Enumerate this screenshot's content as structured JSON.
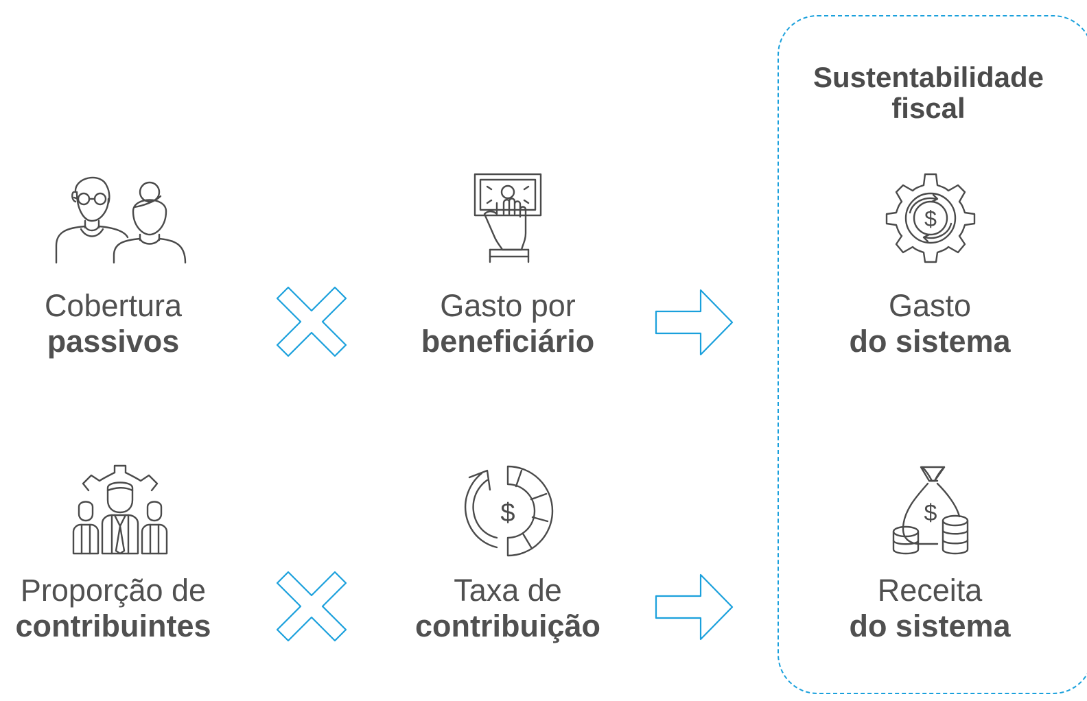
{
  "panel": {
    "title_line1": "Sustentabilidade",
    "title_line2": "fiscal",
    "border_color": "#1aa0dc"
  },
  "row1": {
    "factor_a": {
      "icon": "elderly-couple-icon",
      "line1": "Cobertura",
      "line2": "passivos"
    },
    "operator": "multiply-icon",
    "factor_b": {
      "icon": "hand-banknote-icon",
      "line1": "Gasto por",
      "line2": "beneficiário"
    },
    "result_arrow": "right-arrow-icon",
    "result": {
      "icon": "gear-dollar-icon",
      "line1": "Gasto",
      "line2": "do sistema"
    }
  },
  "row2": {
    "factor_a": {
      "icon": "team-contributors-icon",
      "line1": "Proporção de",
      "line2": "contribuintes"
    },
    "operator": "multiply-icon",
    "factor_b": {
      "icon": "dollar-cycle-icon",
      "line1": "Taxa de",
      "line2": "contribuição"
    },
    "result_arrow": "right-arrow-icon",
    "result": {
      "icon": "money-bag-coins-icon",
      "line1": "Receita",
      "line2": "do sistema"
    }
  },
  "colors": {
    "accent": "#1aa0dc",
    "text": "#505050",
    "icon_stroke": "#4a4a4a"
  }
}
